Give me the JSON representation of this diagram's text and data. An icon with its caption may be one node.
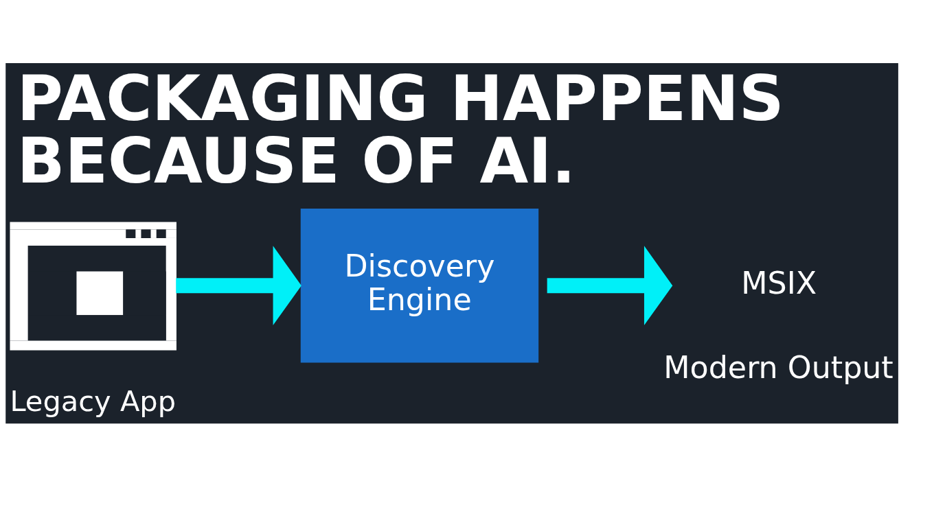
{
  "diagram": {
    "title": "PACKAGING HAPPENS BECAUSE OF AI.",
    "nodes": [
      {
        "text": [],
        "shape": "picture",
        "beside": [
          "Legacy App"
        ]
      },
      {
        "text": [
          "Discovery Engine"
        ]
      },
      {
        "text": [
          "MSIX"
        ],
        "beside": [
          "Modern Output"
        ]
      }
    ],
    "edges": [
      {
        "from": 0,
        "to": 1,
        "arrow": "to"
      },
      {
        "from": 1,
        "to": 2,
        "arrow": "to"
      }
    ]
  }
}
